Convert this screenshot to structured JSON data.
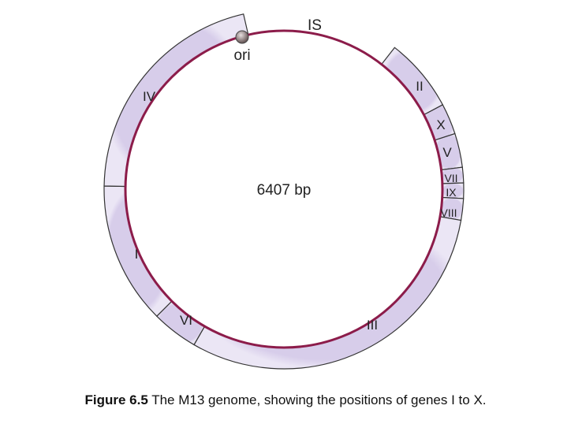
{
  "diagram": {
    "center_text": "6407 bp",
    "is_label": "IS",
    "ori_label": "ori",
    "genes": {
      "I": "I",
      "II": "II",
      "III": "III",
      "IV": "IV",
      "V": "V",
      "VI": "VI",
      "VII": "VII",
      "VIII": "VIII",
      "IX": "IX",
      "X": "X"
    },
    "colors": {
      "genome": "#8c1c4a",
      "gene_fill": "#dcd5ee",
      "gene_stroke": "#333333"
    }
  },
  "caption": {
    "label": "Figure 6.5",
    "text": " The M13 genome, showing the positions of genes I to X."
  }
}
